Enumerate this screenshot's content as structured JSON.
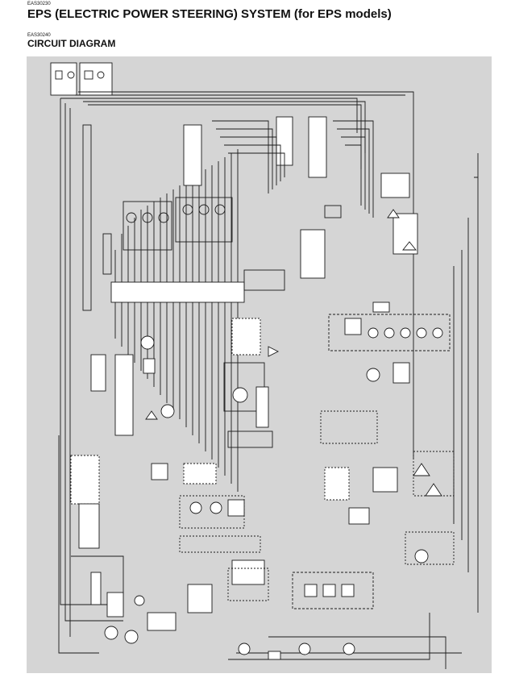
{
  "header": {
    "section_code": "EAS30230",
    "title": "EPS (ELECTRIC POWER STEERING) SYSTEM (for EPS models)",
    "subsection_code": "EAS30240",
    "subtitle": "CIRCUIT DIAGRAM"
  },
  "diagram": {
    "background_color": "#d5d5d5",
    "wire_color": "#1a1a1a",
    "component_fill": "#ffffff",
    "legend_icons": [
      "ground-terminal-icon",
      "connector-icon"
    ]
  }
}
